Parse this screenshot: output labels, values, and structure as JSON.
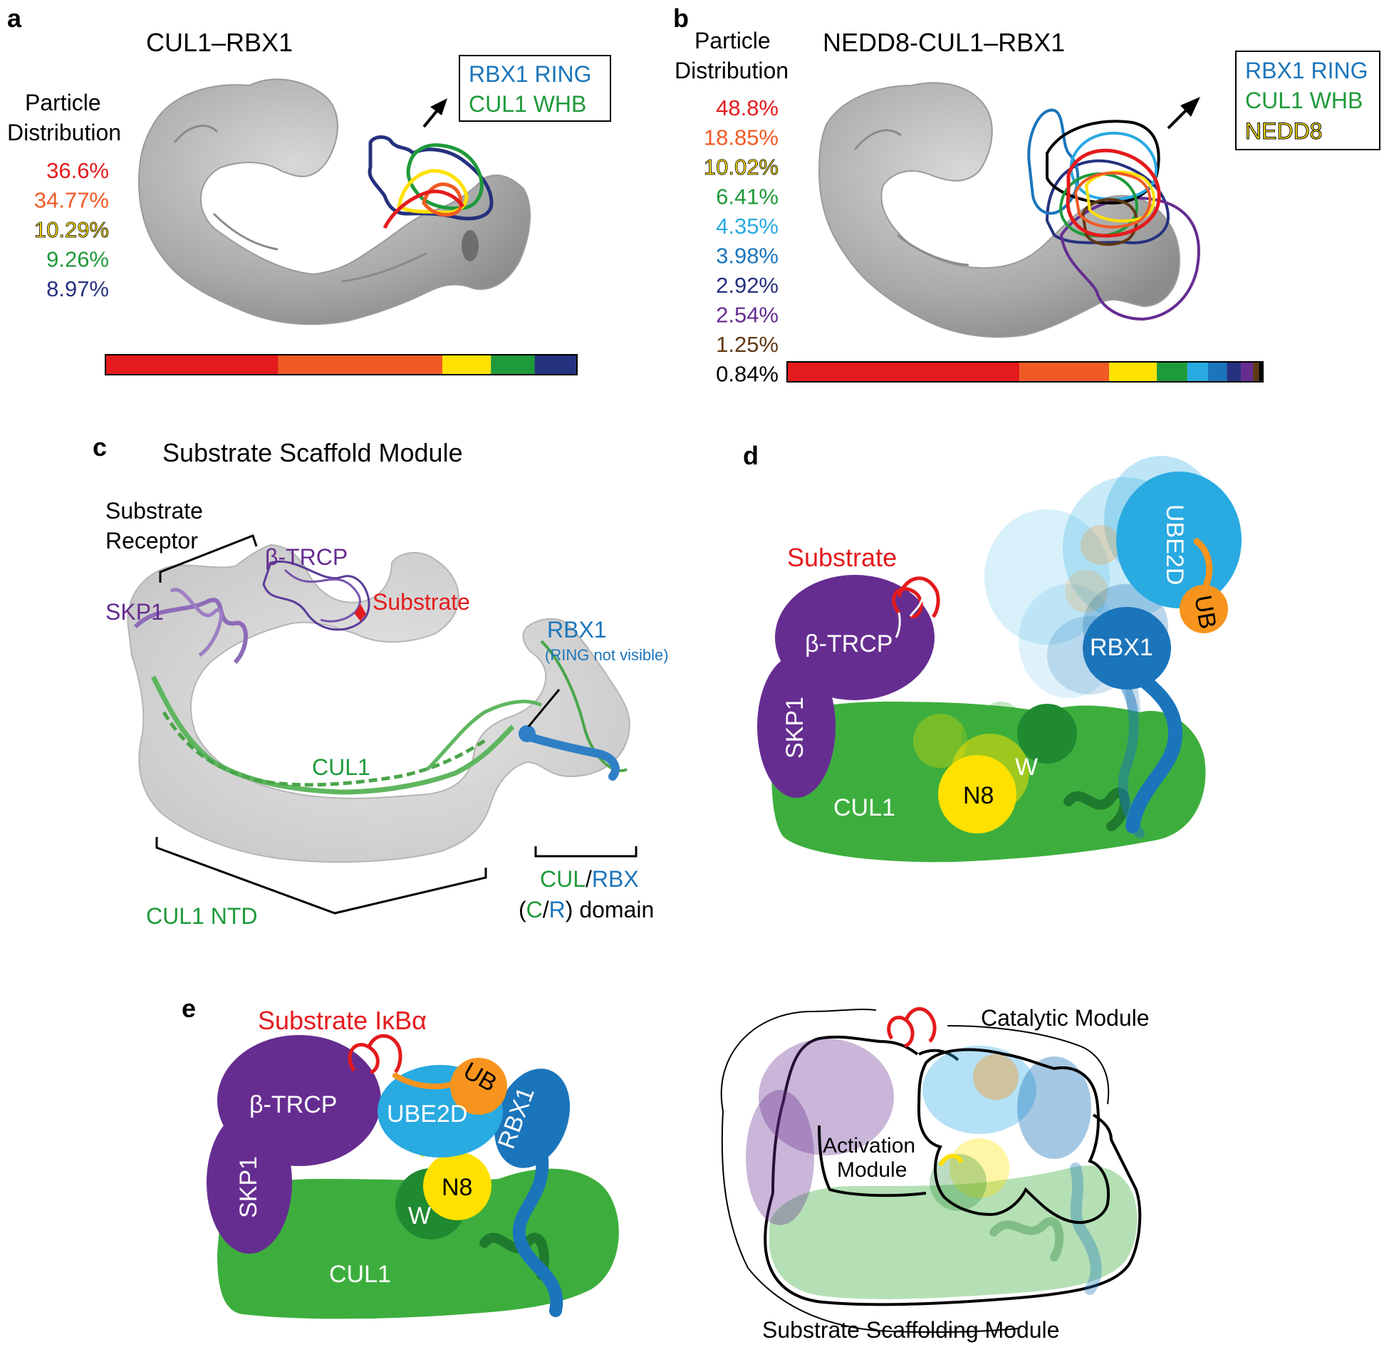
{
  "panels": {
    "a": {
      "label": "a",
      "title": "CUL1–RBX1",
      "dist_title_1": "Particle",
      "dist_title_2": "Distribution",
      "percentages": [
        "36.6%",
        "34.77%",
        "10.29%",
        "9.26%",
        "8.97%"
      ],
      "values": [
        36.6,
        34.77,
        10.29,
        9.26,
        8.97
      ],
      "colors": [
        "#e41a1c",
        "#f05a24",
        "#ffe100",
        "#1f9a3a",
        "#26317f"
      ],
      "legend": [
        "RBX1 RING",
        "CUL1 WHB"
      ],
      "legend_colors": [
        "#1b75bb",
        "#1f9a3a"
      ]
    },
    "b": {
      "label": "b",
      "title": "NEDD8-CUL1–RBX1",
      "dist_title_1": "Particle",
      "dist_title_2": "Distribution",
      "percentages": [
        "48.8%",
        "18.85%",
        "10.02%",
        "6.41%",
        "4.35%",
        "3.98%",
        "2.92%",
        "2.54%",
        "1.25%",
        "0.84%"
      ],
      "values": [
        48.8,
        18.85,
        10.02,
        6.41,
        4.35,
        3.98,
        2.92,
        2.54,
        1.25,
        0.84
      ],
      "colors": [
        "#e41a1c",
        "#f05a24",
        "#ffe100",
        "#1f9a3a",
        "#29aae1",
        "#1b75bb",
        "#26317f",
        "#662d91",
        "#603813",
        "#000000"
      ],
      "legend": [
        "RBX1 RING",
        "CUL1 WHB",
        "NEDD8"
      ],
      "legend_colors": [
        "#1b75bb",
        "#1f9a3a",
        "#ffe100"
      ]
    },
    "c": {
      "label": "c",
      "title": "Substrate Scaffold Module",
      "substrate_receptor_1": "Substrate",
      "substrate_receptor_2": "Receptor",
      "btrcp": "β-TRCP",
      "skp1": "SKP1",
      "substrate": "Substrate",
      "rbx1": "RBX1",
      "ring_note": "(RING not visible)",
      "cul1": "CUL1",
      "cul1_ntd": "CUL1 NTD",
      "cul": "CUL",
      "slash": "/",
      "rbx": "RBX",
      "domain_open": "(",
      "domain_c": "C",
      "domain_r": "R",
      "domain_close": ") domain"
    },
    "d": {
      "label": "d",
      "substrate": "Substrate",
      "btrcp": "β-TRCP",
      "skp1": "SKP1",
      "ube2d": "UBE2D",
      "ub": "UB",
      "rbx1": "RBX1",
      "cul1": "CUL1",
      "n8": "N8",
      "w": "W"
    },
    "e": {
      "label": "e",
      "substrate": "Substrate IκBα",
      "btrcp": "β-TRCP",
      "skp1": "SKP1",
      "ube2d": "UBE2D",
      "ub": "UB",
      "rbx1": "RBX1",
      "n8": "N8",
      "w": "W",
      "cul1": "CUL1",
      "catalytic": "Catalytic Module",
      "activation_1": "Activation",
      "activation_2": "Module",
      "scaffolding": "Substrate Scaffolding Module"
    }
  }
}
